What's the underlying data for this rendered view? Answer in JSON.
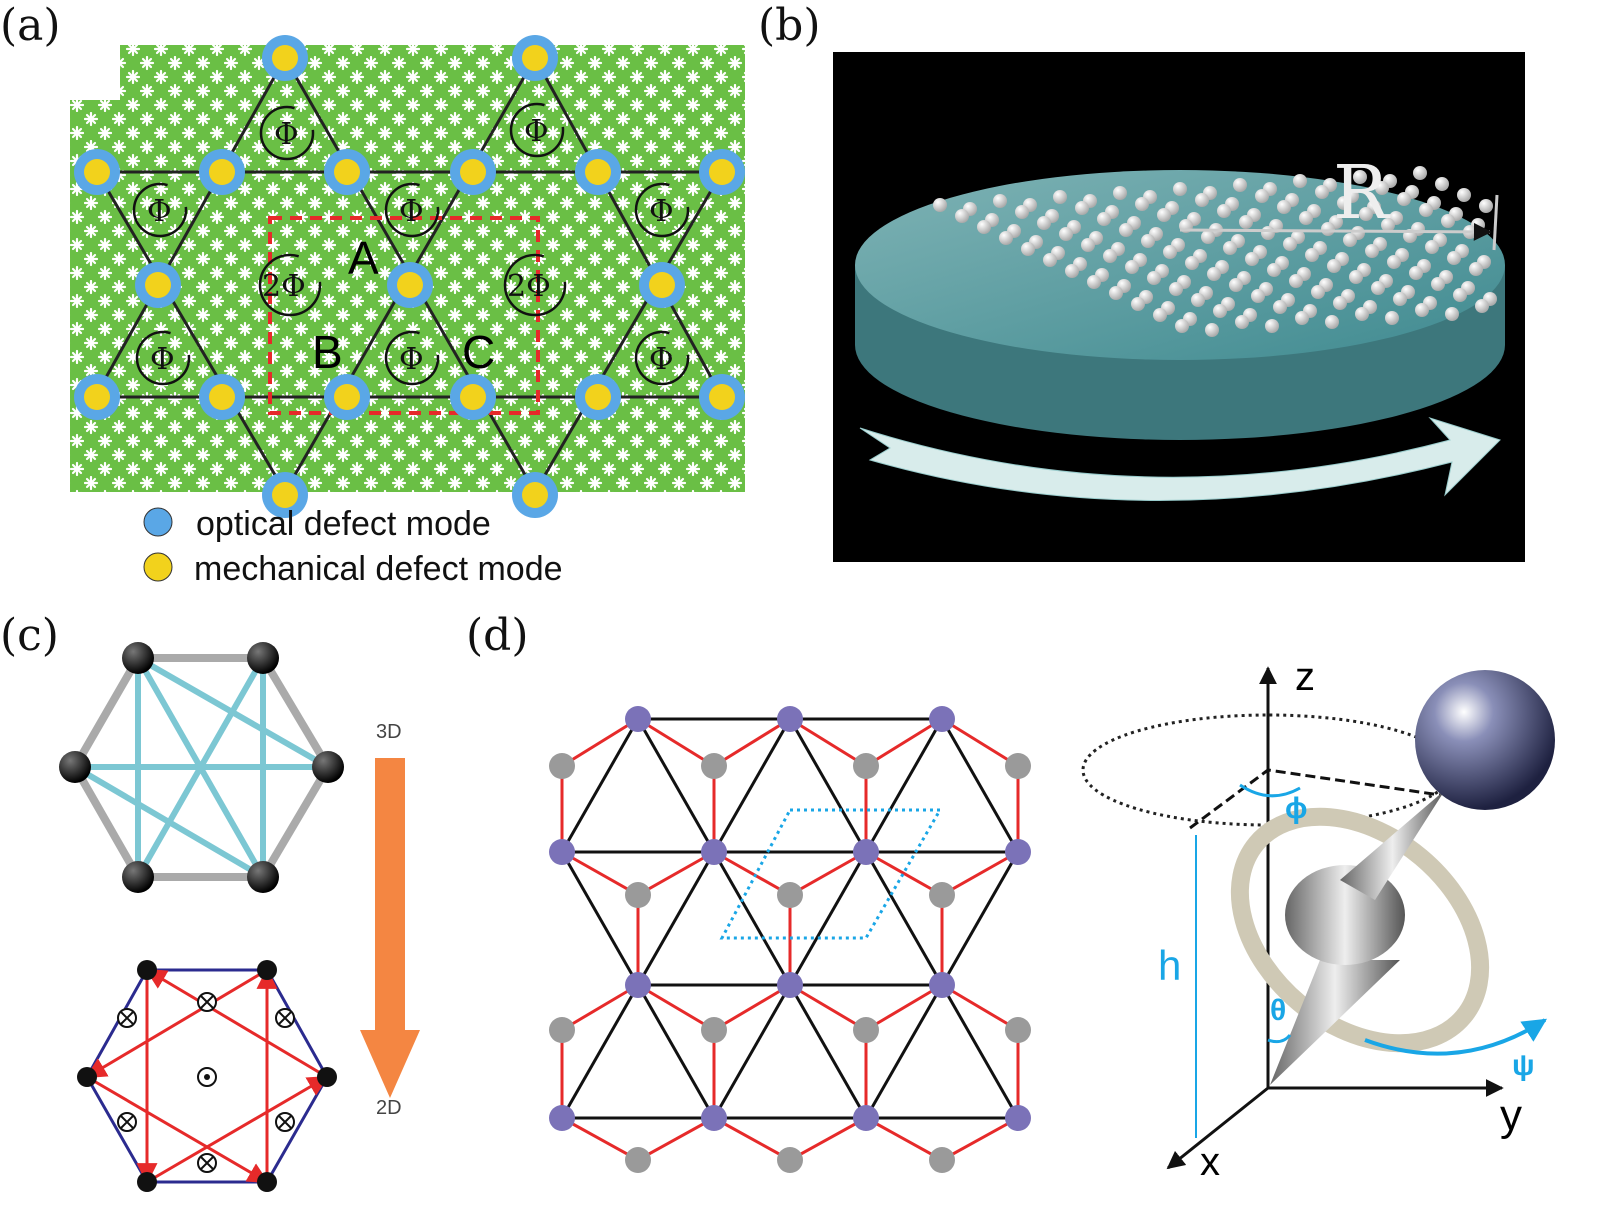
{
  "panels": {
    "a": {
      "label": "(a)",
      "phi": "Φ",
      "two_phi": "2Φ",
      "site_labels": [
        "A",
        "B",
        "C"
      ],
      "legend": [
        {
          "text": "optical defect mode",
          "color": "#5aa7e6"
        },
        {
          "text": "mechanical defect mode",
          "color": "#f2d21c"
        }
      ]
    },
    "b": {
      "label": "(b)",
      "radius_label": "R"
    },
    "c": {
      "label": "(c)",
      "top_label": "3D",
      "bottom_label": "2D",
      "arrow_color": "#f48642"
    },
    "d": {
      "label": "(d)",
      "axes": {
        "z": "z",
        "y": "y",
        "x": "x"
      },
      "height_label": "h",
      "theta": "θ",
      "phi": "ϕ",
      "psi": "ψ"
    }
  },
  "colors": {
    "green": "#6abf45",
    "purple": "#7b72b8",
    "gray": "#9a9a9a",
    "red": "#e62a2a",
    "cyan": "#19a6e6"
  }
}
